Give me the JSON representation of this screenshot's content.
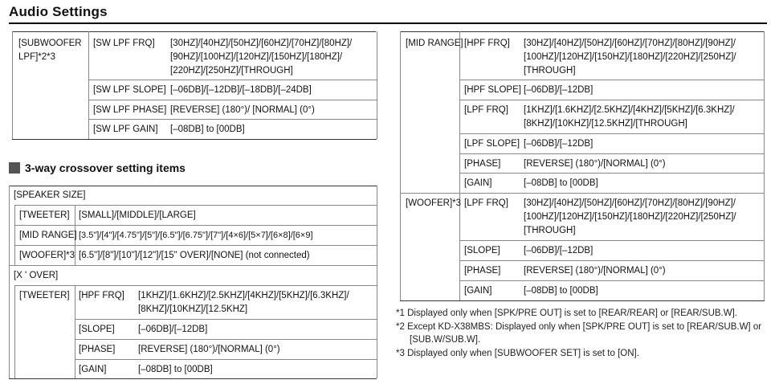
{
  "title": "Audio Settings",
  "left_top": {
    "group": "[SUBWOOFER LPF]",
    "group_line1": "[SUBWOOFER",
    "group_line2": "LPF]*2*3",
    "rows": [
      {
        "item": "[SW LPF FRQ]",
        "lines": [
          "[30HZ]/[40HZ]/[50HZ]/[60HZ]/[70HZ]/[80HZ]/",
          "[90HZ]/[100HZ]/[120HZ]/[150HZ]/[180HZ]/",
          "[220HZ]/[250HZ]/[THROUGH]"
        ]
      },
      {
        "item": "[SW LPF SLOPE]",
        "lines": [
          "[–06DB]/[–12DB]/[–18DB]/[–24DB]"
        ]
      },
      {
        "item": "[SW LPF PHASE]",
        "lines": [
          "[REVERSE] (180°)/ [NORMAL] (0°)"
        ]
      },
      {
        "item": "[SW LPF GAIN]",
        "lines": [
          "[–08DB] to [00DB]"
        ]
      }
    ]
  },
  "section_heading": "3-way crossover setting items",
  "speaker_size": {
    "label": "[SPEAKER SIZE]",
    "rows": [
      {
        "item": "[TWEETER]",
        "value": "[SMALL]/[MIDDLE]/[LARGE]"
      },
      {
        "item": "[MID RANGE]",
        "value": "[3.5\"]/[4\"]/[4.75\"]/[5\"]/[6.5\"]/[6.75\"]/[7\"]/[4×6]/[5×7]/[6×8]/[6×9]"
      },
      {
        "item": "[WOOFER]*3",
        "value": "[6.5\"]/[8\"]/[10\"]/[12\"]/[15\" OVER]/[NONE] (not connected)"
      }
    ]
  },
  "xover": {
    "label": "[X ' OVER]",
    "tweeter": {
      "group": "[TWEETER]",
      "rows": [
        {
          "item": "[HPF FRQ]",
          "lines": [
            "[1KHZ]/[1.6KHZ]/[2.5KHZ]/[4KHZ]/[5KHZ]/[6.3KHZ]/",
            "[8KHZ]/[10KHZ]/[12.5KHZ]"
          ]
        },
        {
          "item": "[SLOPE]",
          "lines": [
            "[–06DB]/[–12DB]"
          ]
        },
        {
          "item": "[PHASE]",
          "lines": [
            "[REVERSE] (180°)/[NORMAL] (0°)"
          ]
        },
        {
          "item": "[GAIN]",
          "lines": [
            "[–08DB] to [00DB]"
          ]
        }
      ]
    }
  },
  "right": {
    "mid_range": {
      "group": "[MID RANGE]",
      "rows": [
        {
          "item": "[HPF FRQ]",
          "lines": [
            "[30HZ]/[40HZ]/[50HZ]/[60HZ]/[70HZ]/[80HZ]/[90HZ]/",
            "[100HZ]/[120HZ]/[150HZ]/[180HZ]/[220HZ]/[250HZ]/",
            "[THROUGH]"
          ]
        },
        {
          "item": "[HPF SLOPE]",
          "lines": [
            "[–06DB]/[–12DB]"
          ]
        },
        {
          "item": "[LPF FRQ]",
          "lines": [
            "[1KHZ]/[1.6KHZ]/[2.5KHZ]/[4KHZ]/[5KHZ]/[6.3KHZ]/",
            "[8KHZ]/[10KHZ]/[12.5KHZ]/[THROUGH]"
          ]
        },
        {
          "item": "[LPF SLOPE]",
          "lines": [
            "[–06DB]/[–12DB]"
          ]
        },
        {
          "item": "[PHASE]",
          "lines": [
            "[REVERSE] (180°)/[NORMAL] (0°)"
          ]
        },
        {
          "item": "[GAIN]",
          "lines": [
            "[–08DB] to [00DB]"
          ]
        }
      ]
    },
    "woofer": {
      "group": "[WOOFER]*3",
      "rows": [
        {
          "item": "[LPF FRQ]",
          "lines": [
            "[30HZ]/[40HZ]/[50HZ]/[60HZ]/[70HZ]/[80HZ]/[90HZ]/",
            "[100HZ]/[120HZ]/[150HZ]/[180HZ]/[220HZ]/[250HZ]/",
            "[THROUGH]"
          ]
        },
        {
          "item": "[SLOPE]",
          "lines": [
            "[–06DB]/[–12DB]"
          ]
        },
        {
          "item": "[PHASE]",
          "lines": [
            "[REVERSE] (180°)/[NORMAL] (0°)"
          ]
        },
        {
          "item": "[GAIN]",
          "lines": [
            "[–08DB] to [00DB]"
          ]
        }
      ]
    }
  },
  "footnotes": [
    "*1 Displayed only when [SPK/PRE OUT] is set to [REAR/REAR] or [REAR/SUB.W].",
    "*2 Except KD-X38MBS: Displayed only when [SPK/PRE OUT] is set to [REAR/SUB.W] or",
    "[SUB.W/SUB.W].",
    "*3 Displayed only when [SUBWOOFER SET] is set to [ON]."
  ]
}
